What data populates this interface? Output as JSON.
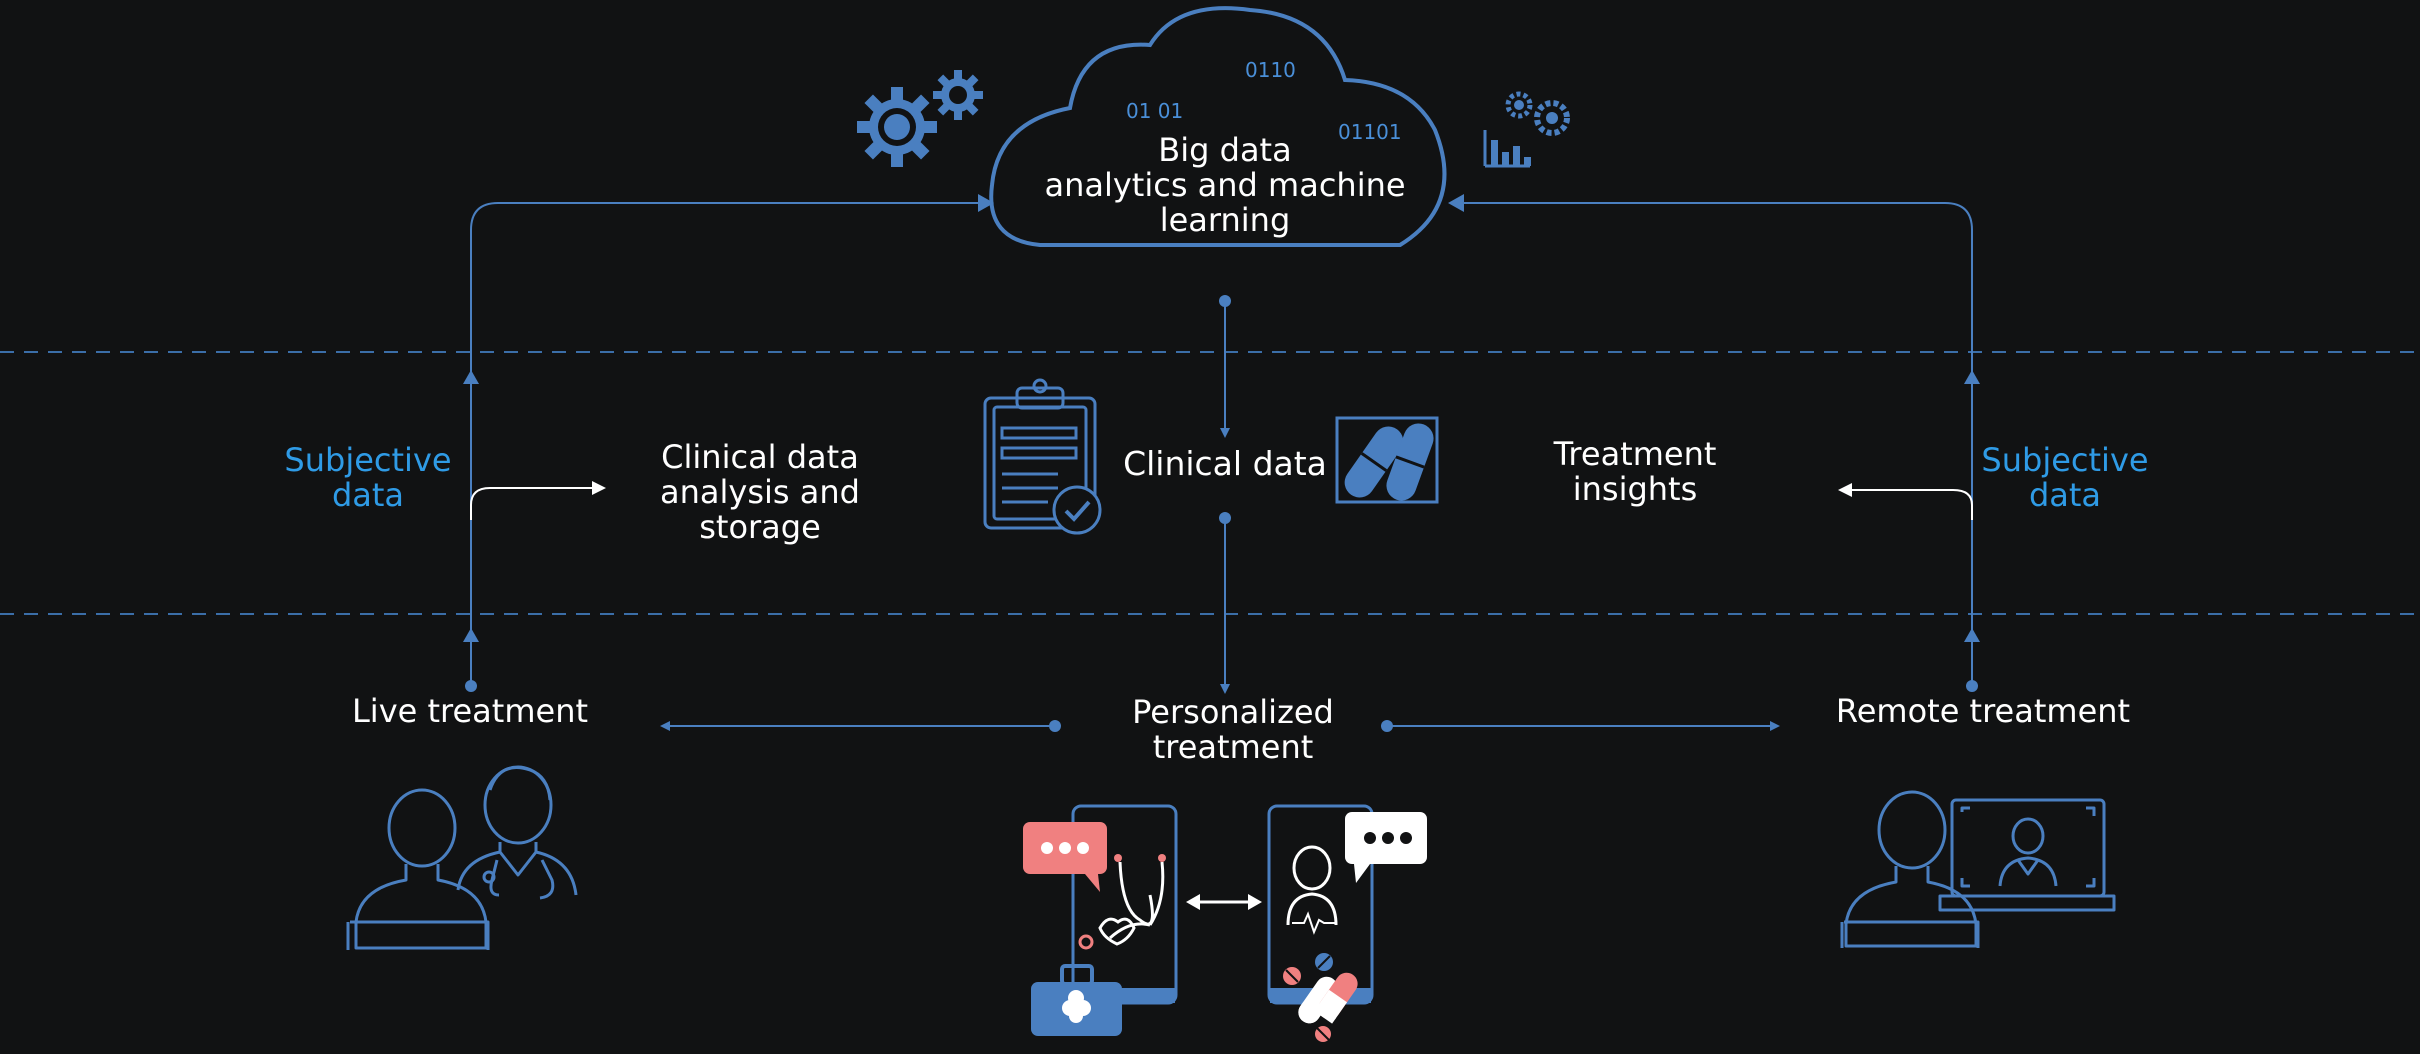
{
  "cloud": {
    "title": "Big data\nanalytics and machine\nlearning",
    "binary": [
      "0110",
      "01 01",
      "01101"
    ]
  },
  "labels": {
    "clinical_data": "Clinical data",
    "clinical_analysis": "Clinical data\nanalysis and\nstorage",
    "treatment_insights": "Treatment\ninsights",
    "subjective_left": "Subjective\ndata",
    "subjective_right": "Subjective\ndata",
    "live_treatment": "Live treatment",
    "personalized_treatment": "Personalized\ntreatment",
    "remote_treatment": "Remote treatment"
  },
  "colors": {
    "background": "#111213",
    "accent_blue": "#4a7fc0",
    "text_blue": "#2f9be6",
    "pink": "#f08080",
    "white": "#ffffff"
  },
  "icons": [
    "gears-icon",
    "gears-chart-icon",
    "clipboard-check-icon",
    "pills-icon",
    "patient-doctor-icon",
    "telemedicine-phones-icon",
    "laptop-consultation-icon"
  ]
}
